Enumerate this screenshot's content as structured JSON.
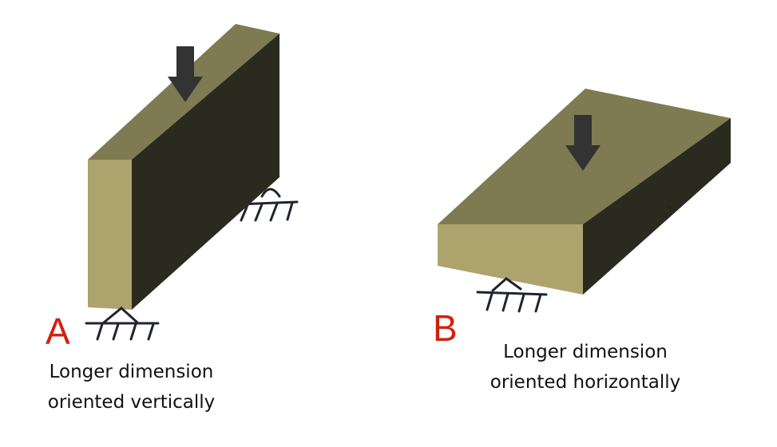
{
  "colors": {
    "top_face": "#7e7a52",
    "front_face": "#ada36c",
    "side_face": "#2a2a1e",
    "arrow": "#333333",
    "support": "#1f2430",
    "label": "#d0210f"
  },
  "panels": [
    {
      "label": "A",
      "caption_line1": "Longer dimension",
      "caption_line2": "oriented vertically"
    },
    {
      "label": "B",
      "caption_line1": "Longer dimension",
      "caption_line2": "oriented horizontally"
    }
  ]
}
